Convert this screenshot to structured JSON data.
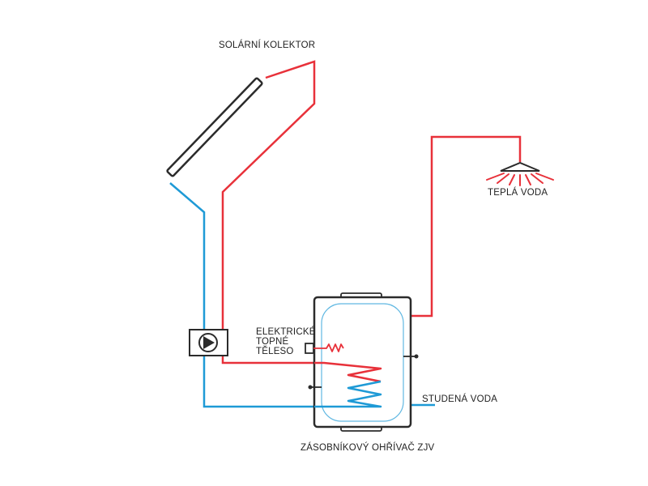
{
  "labels": {
    "solar_collector": "SOLÁRNÍ KOLEKTOR",
    "hot_water": "TEPLÁ VODA",
    "electric_heater": [
      "ELEKTRICKÉ",
      "TOPNÉ",
      "TĚLESO"
    ],
    "cold_water": "STUDENÁ VODA",
    "storage_heater": "ZÁSOBNÍKOVÝ OHŘÍVAČ ZJV"
  },
  "colors": {
    "hot_pipe": "#e8313a",
    "cold_pipe": "#1e9ad6",
    "outline": "#2b2b2b",
    "tank_fill": "#ffffff"
  }
}
